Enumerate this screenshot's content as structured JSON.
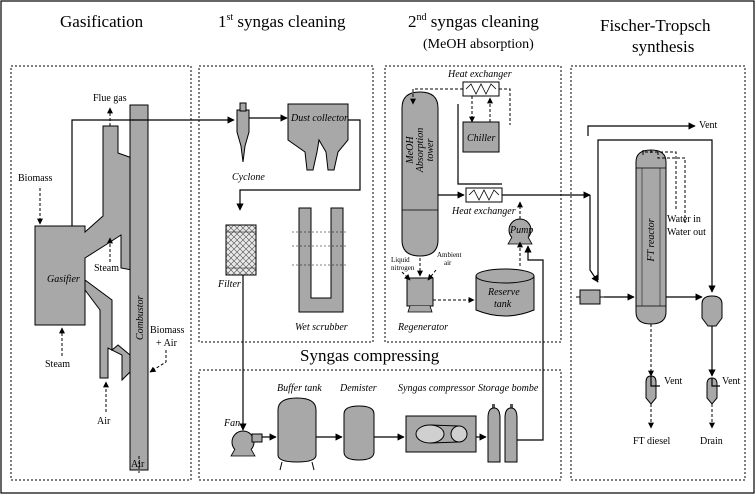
{
  "sections": {
    "gasification": "Gasification",
    "syngas1_prefix": "1",
    "syngas1_sup": "st",
    "syngas1_rest": " syngas cleaning",
    "syngas2_prefix": "2",
    "syngas2_sup": "nd",
    "syngas2_rest": " syngas cleaning",
    "syngas2_sub": "(MeOH absorption)",
    "ft_line1": "Fischer-Tropsch",
    "ft_line2": "synthesis",
    "compressing": "Syngas compressing"
  },
  "gasification": {
    "flue_gas": "Flue gas",
    "biomass_left": "Biomass",
    "gasifier": "Gasifier",
    "steam_inner": "Steam",
    "steam_bottom": "Steam",
    "combustor": "Combustor",
    "biomass_air_1": "Biomass",
    "biomass_air_2": "+ Air",
    "air_left": "Air",
    "air_bottom": "Air"
  },
  "cleaning1": {
    "cyclone": "Cyclone",
    "dust_collector": "Dust collector",
    "filter": "Filter",
    "wet_scrubber": "Wet scrubber"
  },
  "cleaning2": {
    "heat_exchanger_top": "Heat exchanger",
    "chiller": "Chiller",
    "absorption_tower_1": "MeOH",
    "absorption_tower_2": "Absorption",
    "absorption_tower_3": "tower",
    "heat_exchanger_mid": "Heat exchanger",
    "pump": "Pump",
    "liquid_nitrogen_1": "Liquid",
    "liquid_nitrogen_2": "nitrogen",
    "ambient_air_1": "Ambient",
    "ambient_air_2": "air",
    "reserve_tank_1": "Reserve",
    "reserve_tank_2": "tank",
    "regenerator": "Regenerator"
  },
  "ft": {
    "vent_top": "Vent",
    "water_in": "Water in",
    "water_out": "Water out",
    "ft_reactor": "FT reactor",
    "vent_left": "Vent",
    "vent_right": "Vent",
    "ft_diesel": "FT diesel",
    "drain": "Drain"
  },
  "compressing": {
    "fan": "Fan",
    "buffer_tank": "Buffer tank",
    "demister": "Demister",
    "syngas_compressor": "Syngas compressor",
    "storage_bombe": "Storage bombe"
  }
}
